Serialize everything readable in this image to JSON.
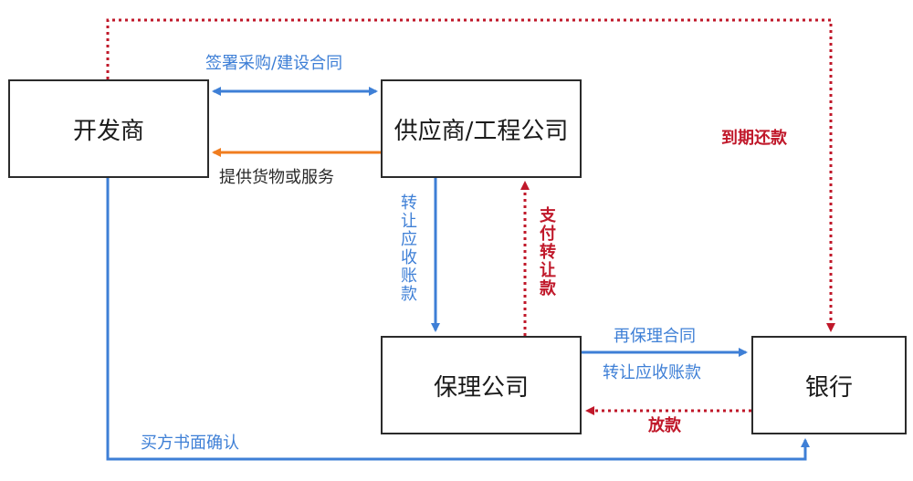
{
  "nodes": {
    "developer": "开发商",
    "supplier": "供应商/工程公司",
    "factoring": "保理公司",
    "bank": "银行"
  },
  "edges": {
    "sign_contract": "签署采购/建设合同",
    "provide_goods": "提供货物或服务",
    "transfer_receivables_v": "转让应收账款",
    "pay_transfer": "支付转让款",
    "refactor_contract": "再保理合同",
    "transfer_receivables_h": "转让应收账款",
    "loan": "放款",
    "repay_due": "到期还款",
    "buyer_confirm": "买方书面确认"
  },
  "colors": {
    "blue": "#3e7fd6",
    "orange": "#f07d1f",
    "red": "#c0182a"
  }
}
